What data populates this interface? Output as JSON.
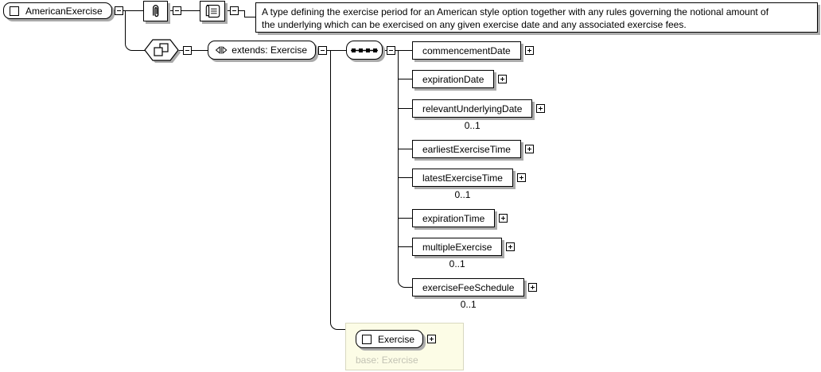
{
  "colors": {
    "line": "#000000",
    "shadow": "#aaaaaa",
    "base_box_bg": "#fcfce6",
    "base_box_border": "#d8d8c0",
    "base_caption_color": "#c2c2b4"
  },
  "root_element": {
    "label": "AmericanExercise"
  },
  "documentation": {
    "line1": "A type defining the exercise period for an American style option together with any rules governing the notional amount of",
    "line2": "the underlying which can be exercised on any given exercise date and any associated exercise fees."
  },
  "extension": {
    "label": "extends: Exercise"
  },
  "children": [
    {
      "label": "commencementDate"
    },
    {
      "label": "expirationDate"
    },
    {
      "label": "relevantUnderlyingDate",
      "occurrence": "0..1"
    },
    {
      "label": "earliestExerciseTime"
    },
    {
      "label": "latestExerciseTime",
      "occurrence": "0..1"
    },
    {
      "label": "expirationTime"
    },
    {
      "label": "multipleExercise",
      "occurrence": "0..1"
    },
    {
      "label": "exerciseFeeSchedule",
      "occurrence": "0..1"
    }
  ],
  "base": {
    "element_label": "Exercise",
    "caption": "base: Exercise"
  }
}
